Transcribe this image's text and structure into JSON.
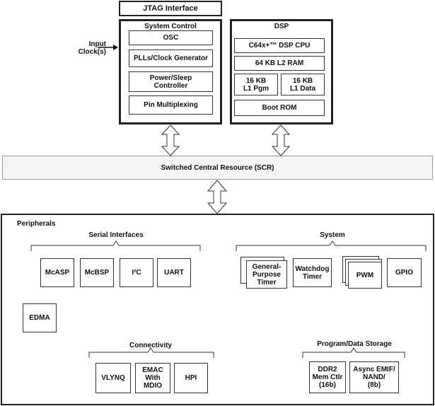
{
  "jtag": "JTAG Interface",
  "system_control": {
    "title": "System Control",
    "osc": "OSC",
    "pll": "PLLs/Clock Generator",
    "power": "Power/Sleep\nController",
    "pinmux": "Pin Multiplexing"
  },
  "input_clock": "Input\nClock(s)",
  "dsp": {
    "title": "DSP",
    "cpu": "C64x+™ DSP CPU",
    "l2": "64 KB L2 RAM",
    "l1pgm": "16 KB\nL1 Pgm",
    "l1data": "16 KB\nL1 Data",
    "bootrom": "Boot ROM"
  },
  "scr": "Switched Central Resource (SCR)",
  "peripherals": {
    "title": "Peripherals",
    "serial": {
      "title": "Serial Interfaces",
      "items": [
        "McASP",
        "McBSP",
        "I²C",
        "UART"
      ]
    },
    "system": {
      "title": "System",
      "timer": "General-\nPurpose\nTimer",
      "watchdog": "Watchdog\nTimer",
      "pwm": "PWM",
      "gpio": "GPIO"
    },
    "edma": "EDMA",
    "connectivity": {
      "title": "Connectivity",
      "items": [
        "VLYNQ",
        "EMAC\nWith\nMDIO",
        "HPI"
      ]
    },
    "storage": {
      "title": "Program/Data Storage",
      "items": [
        "DDR2\nMem Ctlr\n(16b)",
        "Async EMIF/\nNAND/\n(8b)"
      ]
    }
  }
}
